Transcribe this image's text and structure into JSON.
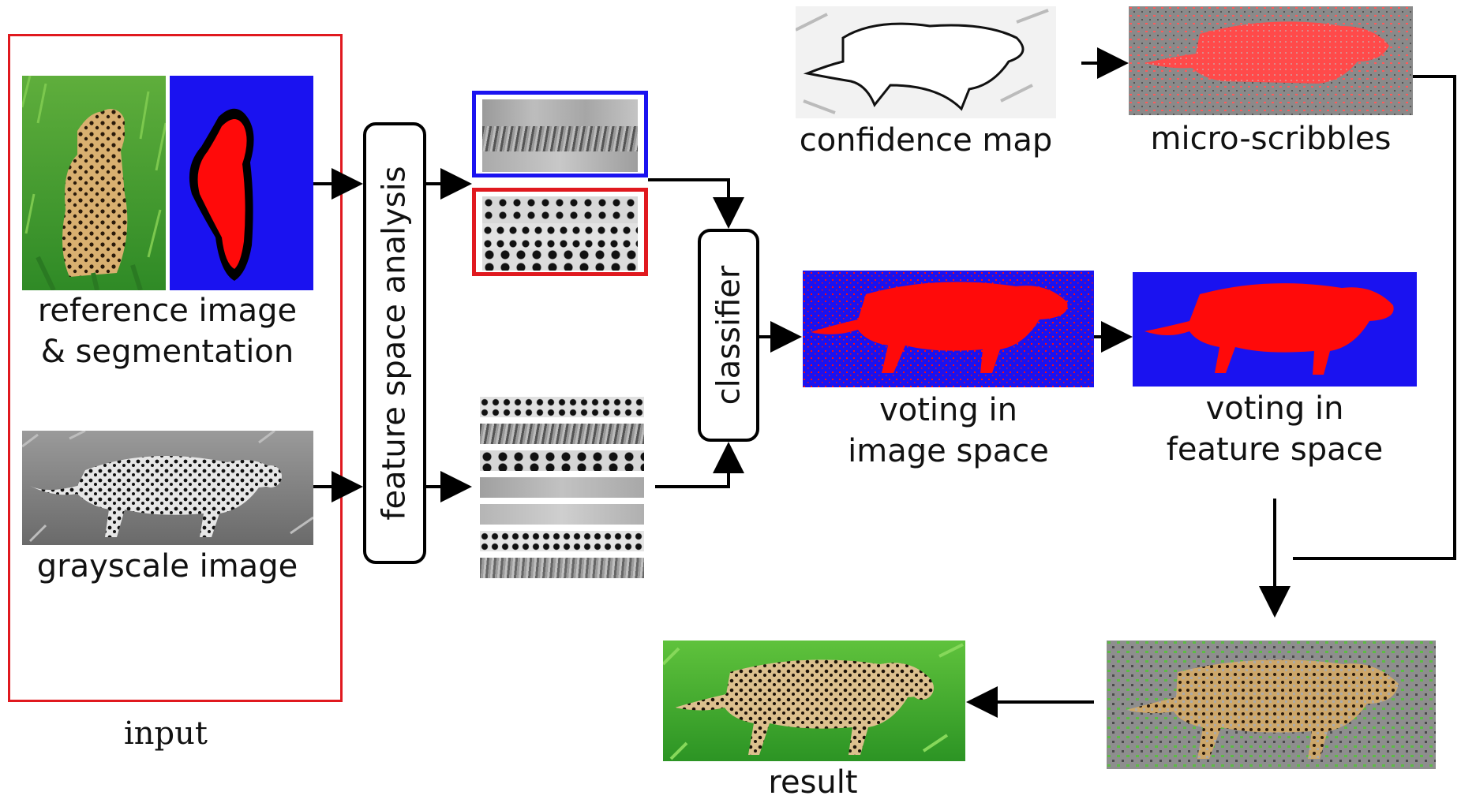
{
  "labels": {
    "reference_line1": "reference image",
    "reference_line2": "& segmentation",
    "grayscale": "grayscale image",
    "input": "input",
    "feature_space_analysis": "feature space analysis",
    "classifier": "classifier",
    "confidence_map": "confidence map",
    "micro_scribbles": "micro-scribbles",
    "voting_image_line1": "voting in",
    "voting_image_line2": "image space",
    "voting_feature_line1": "voting in",
    "voting_feature_line2": "feature space",
    "result": "result"
  },
  "colors": {
    "input_frame": "#e0191f",
    "background_class": "#1a12f0",
    "foreground_class": "#ff0a0a",
    "grass": "#3aa52a",
    "arrow": "#000000"
  }
}
